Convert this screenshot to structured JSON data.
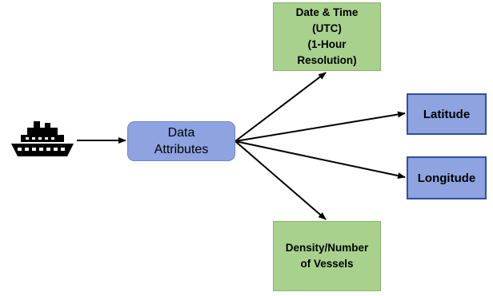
{
  "nodes": {
    "center": "Data\nAttributes",
    "datetime": "Date & Time\n(UTC)\n(1-Hour\nResolution)",
    "latitude": "Latitude",
    "longitude": "Longitude",
    "density": "Density/Number\nof Vessels"
  },
  "icons": {
    "source": "ship-icon"
  },
  "colors": {
    "blue_fill": "#8ea3e0",
    "blue_border": "#2f4ea1",
    "green_fill": "#a9d18e",
    "arrow": "#000000"
  }
}
